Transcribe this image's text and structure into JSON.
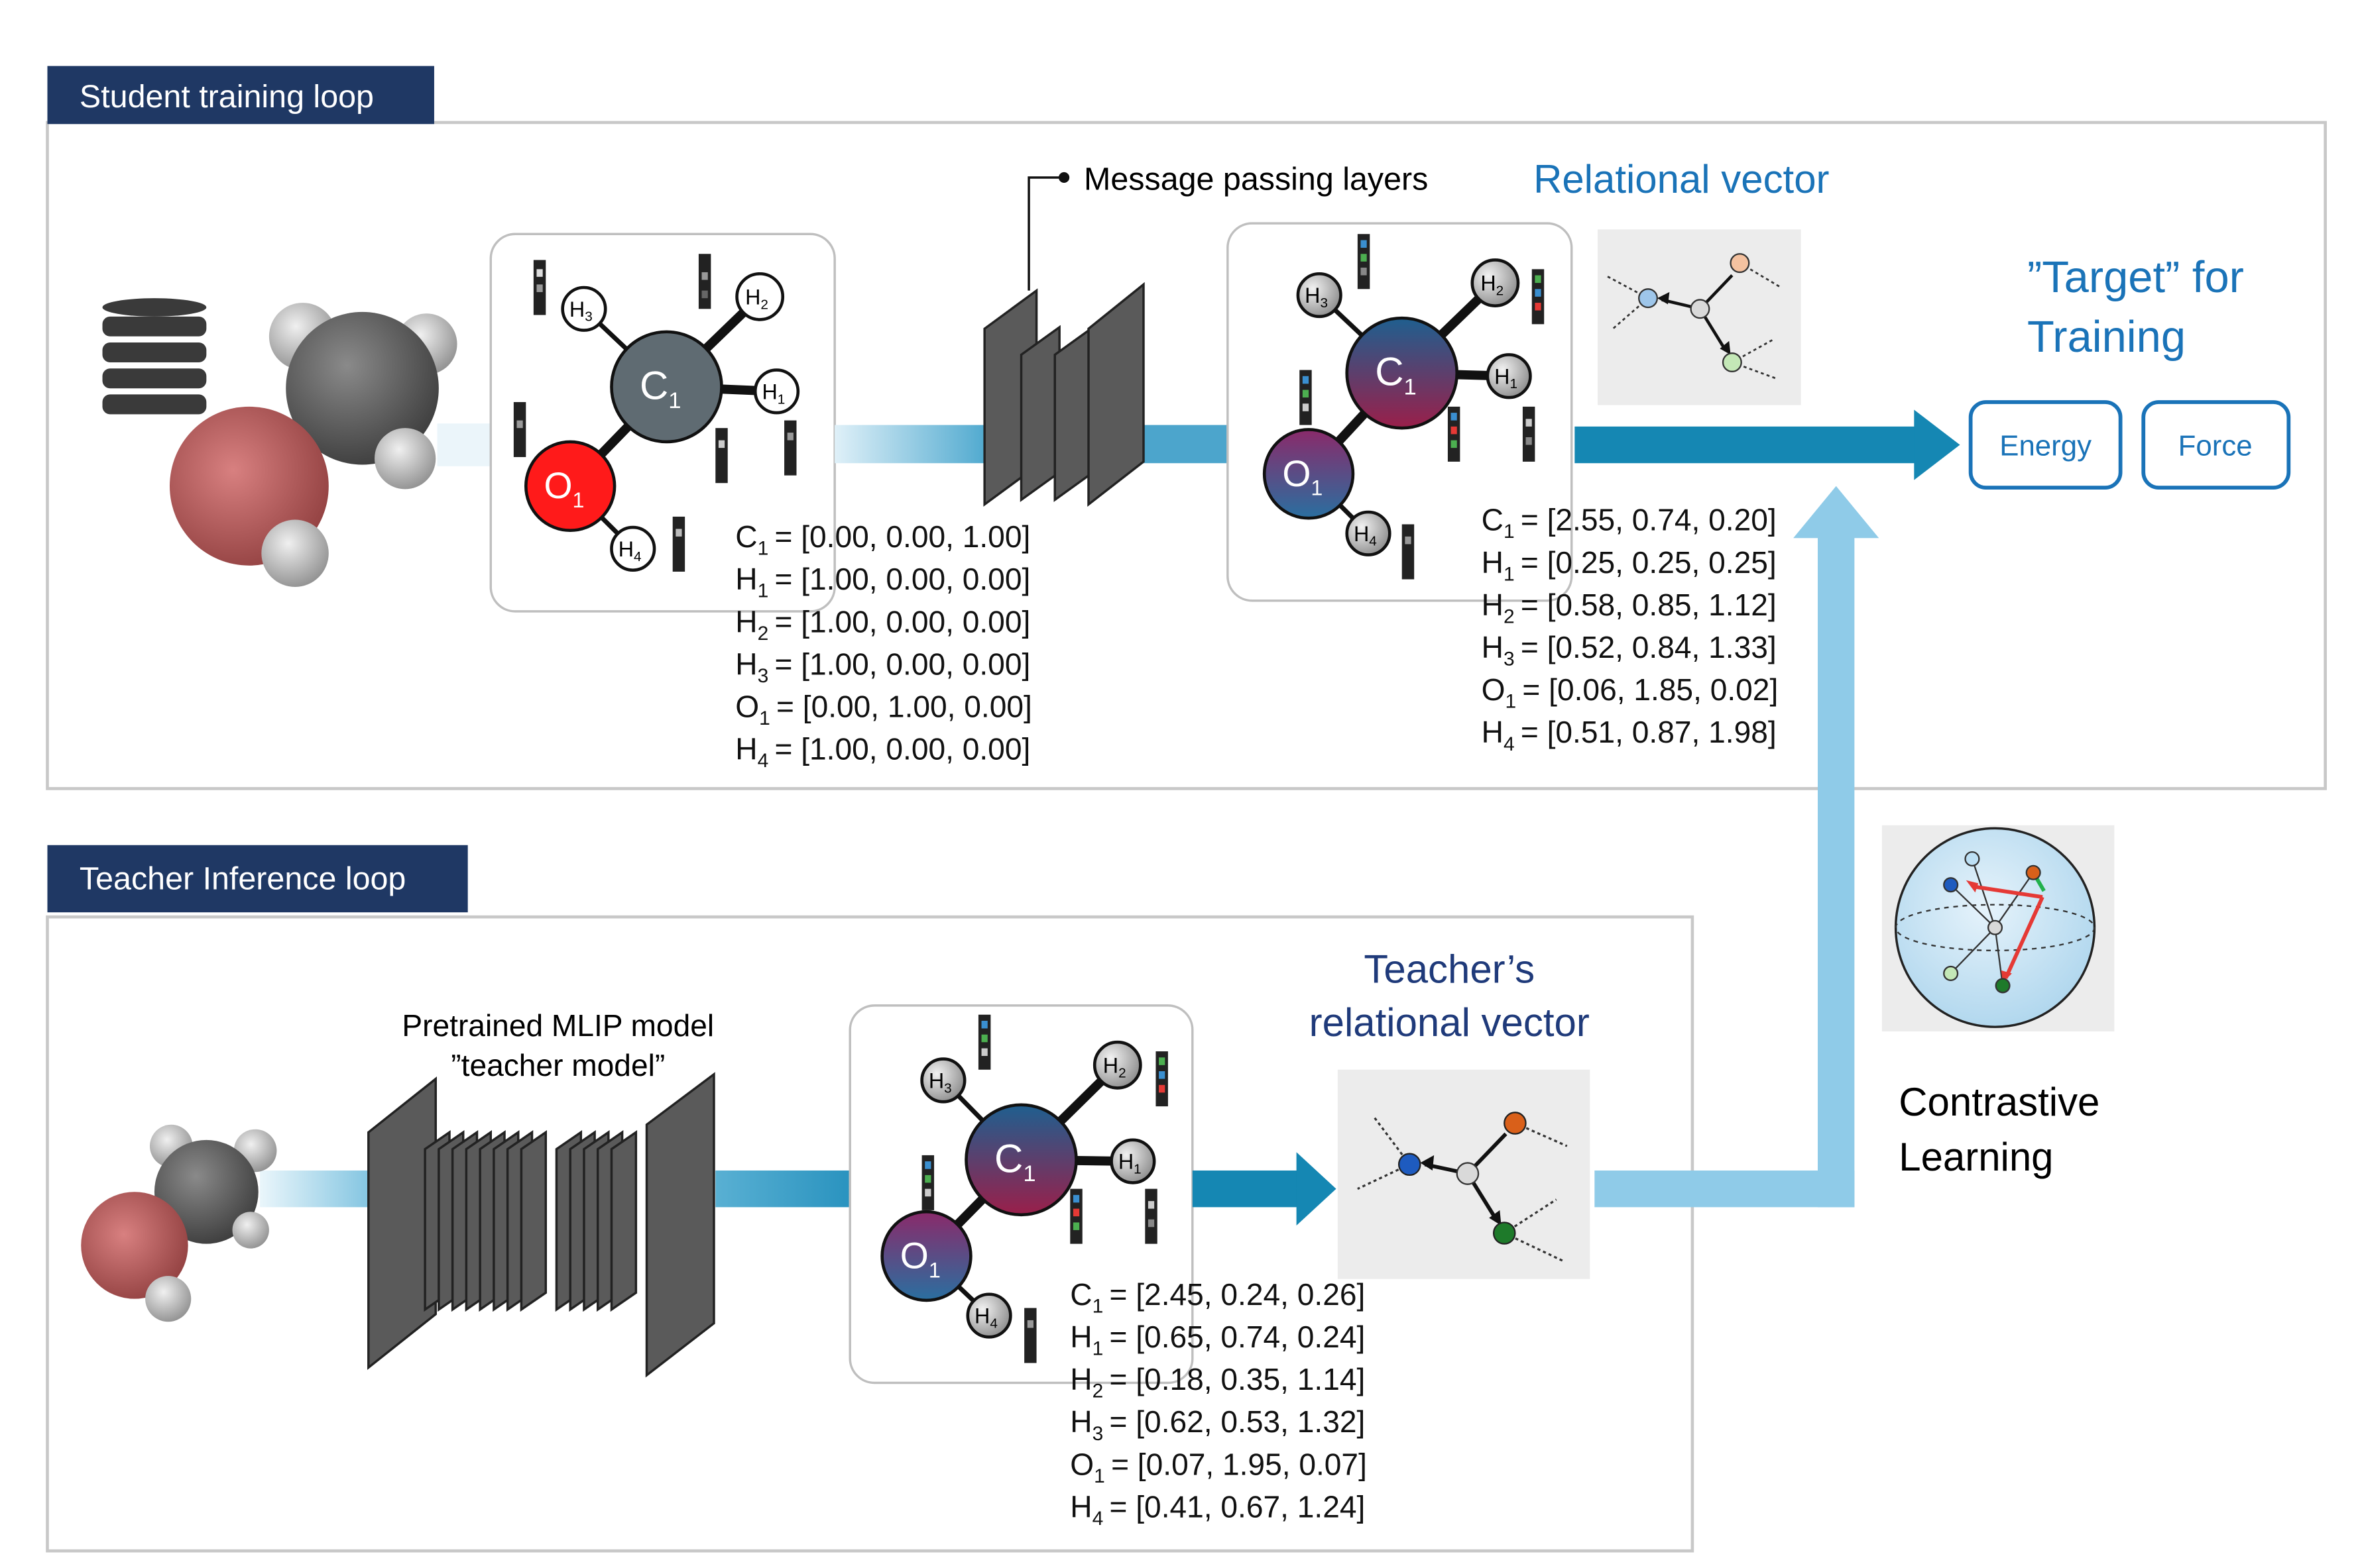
{
  "sections": {
    "student": {
      "tab_label": "Student training loop"
    },
    "teacher": {
      "tab_label": "Teacher Inference loop"
    }
  },
  "labels": {
    "message_passing": "Message passing layers",
    "relational_vector": "Relational vector",
    "target_line1": "”Target” for",
    "target_line2": "Training",
    "energy": "Energy",
    "force": "Force",
    "pretrained_line1": "Pretrained MLIP model",
    "pretrained_line2": "”teacher model”",
    "teacher_rel_line1": "Teacher’s",
    "teacher_rel_line2": "relational vector",
    "contrastive_line1": "Contrastive",
    "contrastive_line2": "Learning"
  },
  "atoms": {
    "C": "C",
    "H": "H",
    "O": "O",
    "s1": "1",
    "s2": "2",
    "s3": "3",
    "s4": "4"
  },
  "vectors": {
    "input": [
      {
        "el": "C",
        "sub": "1",
        "val": "= [0.00, 0.00, 1.00]"
      },
      {
        "el": "H",
        "sub": "1",
        "val": "= [1.00, 0.00, 0.00]"
      },
      {
        "el": "H",
        "sub": "2",
        "val": "= [1.00, 0.00, 0.00]"
      },
      {
        "el": "H",
        "sub": "3",
        "val": "= [1.00, 0.00, 0.00]"
      },
      {
        "el": "O",
        "sub": "1",
        "val": "= [0.00, 1.00, 0.00]"
      },
      {
        "el": "H",
        "sub": "4",
        "val": "= [1.00, 0.00, 0.00]"
      }
    ],
    "student": [
      {
        "el": "C",
        "sub": "1",
        "val": "= [2.55, 0.74, 0.20]"
      },
      {
        "el": "H",
        "sub": "1",
        "val": "= [0.25, 0.25, 0.25]"
      },
      {
        "el": "H",
        "sub": "2",
        "val": "= [0.58, 0.85, 1.12]"
      },
      {
        "el": "H",
        "sub": "3",
        "val": "= [0.52, 0.84, 1.33]"
      },
      {
        "el": "O",
        "sub": "1",
        "val": "= [0.06, 1.85, 0.02]"
      },
      {
        "el": "H",
        "sub": "4",
        "val": "= [0.51, 0.87, 1.98]"
      }
    ],
    "teacher": [
      {
        "el": "C",
        "sub": "1",
        "val": "= [2.45, 0.24, 0.26]"
      },
      {
        "el": "H",
        "sub": "1",
        "val": "= [0.65, 0.74, 0.24]"
      },
      {
        "el": "H",
        "sub": "2",
        "val": "= [0.18, 0.35, 1.14]"
      },
      {
        "el": "H",
        "sub": "3",
        "val": "= [0.62, 0.53, 1.32]"
      },
      {
        "el": "O",
        "sub": "1",
        "val": "= [0.07, 1.95, 0.07]"
      },
      {
        "el": "H",
        "sub": "4",
        "val": "= [0.41, 0.67, 1.24]"
      }
    ]
  },
  "colors": {
    "navy": "#1f3864",
    "accent_blue": "#1a73b8",
    "arrow_blue": "#1587b3",
    "light_blue": "#8fcbe8",
    "oxygen_red": "#ff1a1a",
    "carbon_gray": "#5f6b72",
    "panel_border": "#c8c8c8"
  }
}
